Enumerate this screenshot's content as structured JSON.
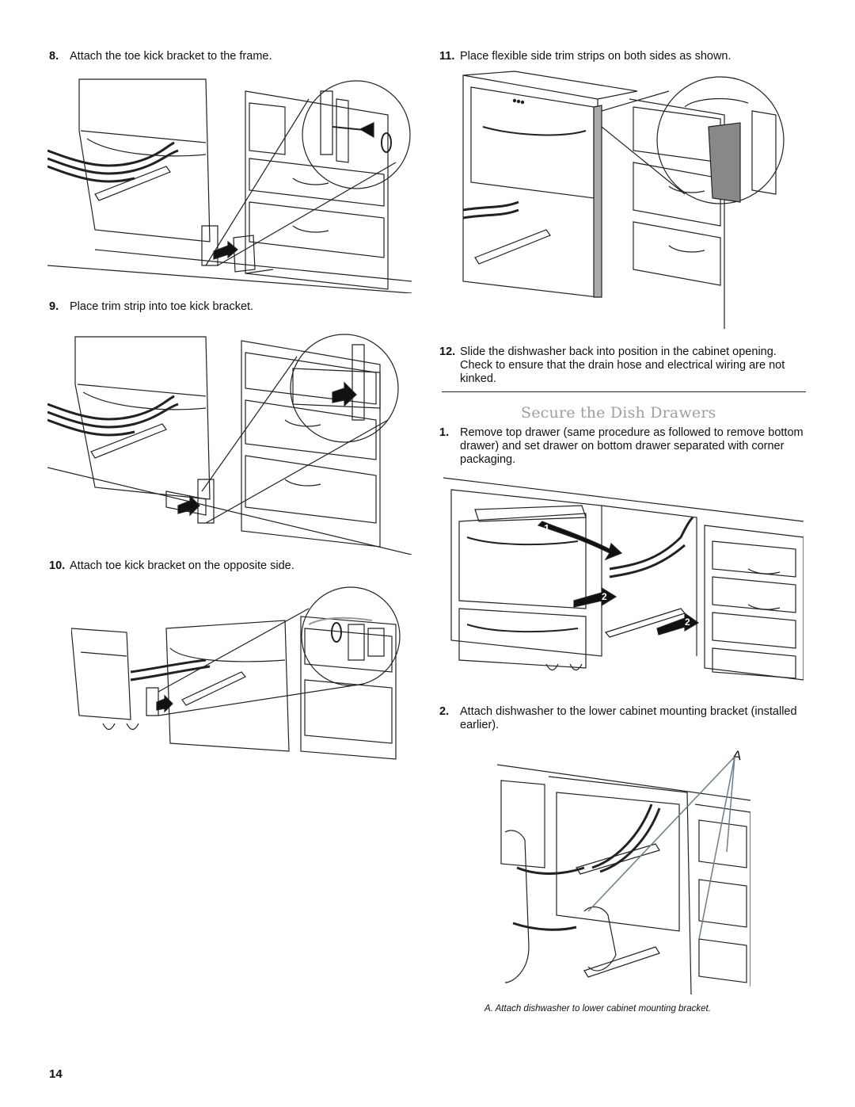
{
  "steps": {
    "s8": {
      "num": "8.",
      "text": "Attach the toe kick bracket to the frame."
    },
    "s9": {
      "num": "9.",
      "text": "Place trim strip into toe kick bracket."
    },
    "s10": {
      "num": "10.",
      "text": "Attach toe kick bracket on the opposite side."
    },
    "s11": {
      "num": "11.",
      "text": "Place flexible side trim strips on both sides as shown."
    },
    "s12": {
      "num": "12.",
      "text": "Slide the dishwasher back into position in the cabinet opening. Check to ensure that the drain hose and electrical wiring are not kinked."
    }
  },
  "section": {
    "title": "Secure the Dish Drawers",
    "steps": {
      "s1": {
        "num": "1.",
        "text": "Remove top drawer (same procedure as followed to remove bottom drawer) and set drawer on bottom drawer separated with corner packaging."
      },
      "s2": {
        "num": "2.",
        "text": "Attach dishwasher to the lower cabinet mounting bracket (installed earlier)."
      }
    }
  },
  "figures": {
    "arrow_one": "1",
    "arrow_two": "2",
    "callout_label": "A",
    "caption": "A. Attach dishwasher to lower cabinet mounting bracket."
  },
  "page_number": "14"
}
